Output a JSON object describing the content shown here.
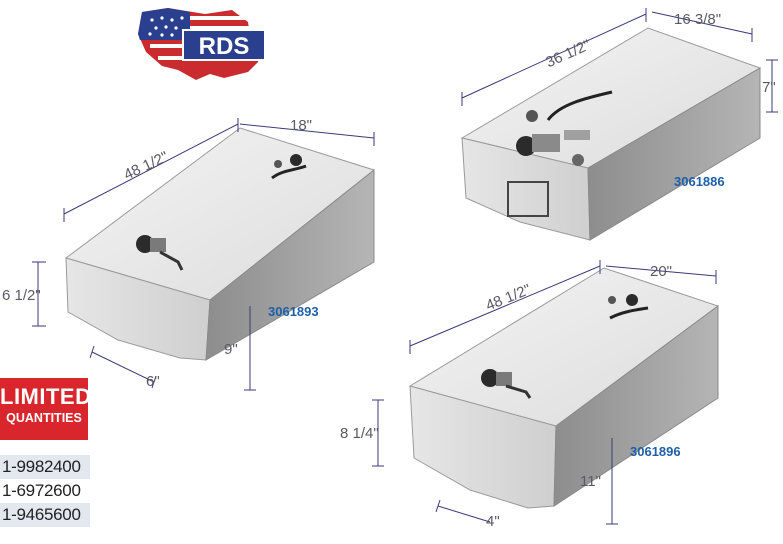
{
  "logo": {
    "text": "RDS"
  },
  "badge": {
    "line1": "LIMITED",
    "line2": "QUANTITIES"
  },
  "part_numbers": [
    "1-9982400",
    "1-6972600",
    "1-9465600"
  ],
  "tanks": {
    "tank_a": {
      "length": "48 1/2\"",
      "width": "18\"",
      "height_front": "6 1/2\"",
      "height_back": "9\"",
      "bottom": "6\"",
      "part": "3061893"
    },
    "tank_b": {
      "length": "36 1/2\"",
      "width": "16 3/8\"",
      "height": "7\"",
      "part": "3061886"
    },
    "tank_c": {
      "length": "48 1/2\"",
      "width": "20\"",
      "height_front": "8 1/4\"",
      "height_back": "11\"",
      "bottom": "4\"",
      "part": "3061896"
    }
  },
  "colors": {
    "accent": "#d9262c",
    "part_blue": "#1f5fa8",
    "flag_blue": "#2b3f8f"
  }
}
